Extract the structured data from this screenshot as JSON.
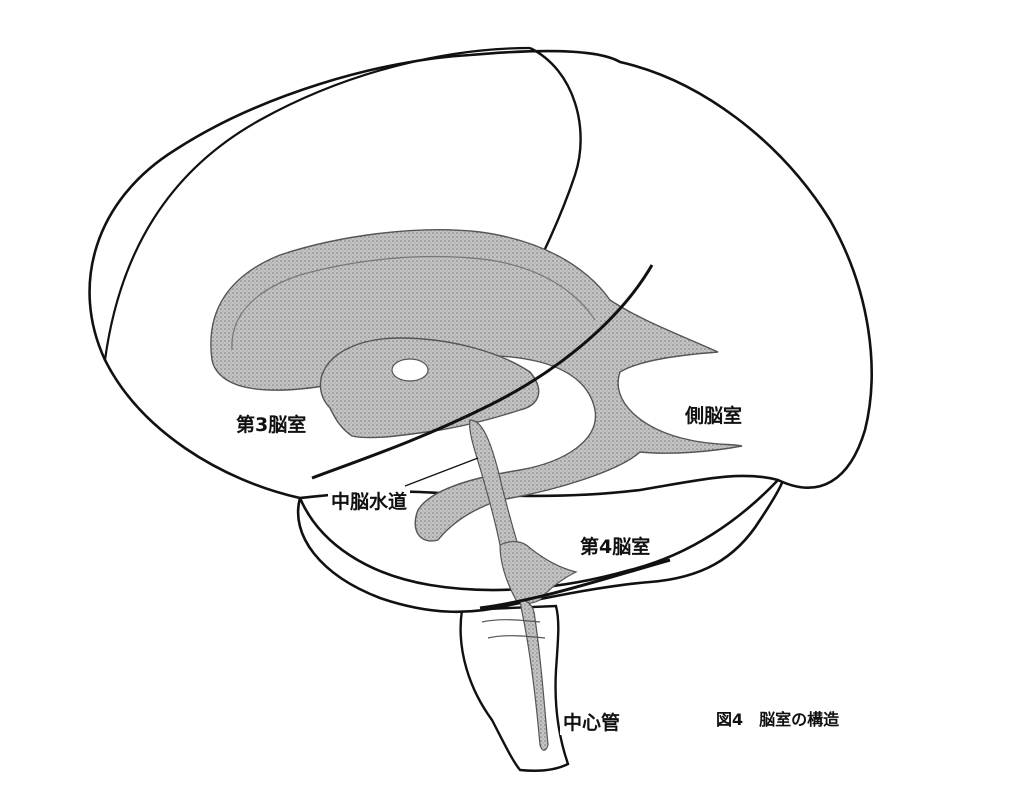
{
  "figure": {
    "caption": "図4　脳室の構造",
    "colors": {
      "outline": "#111111",
      "ventricle_fill": "#b9b9b9",
      "ventricle_stroke": "#555555",
      "background": "#ffffff"
    }
  },
  "labels": {
    "third_ventricle": "第3脳室",
    "lateral_ventricle": "側脳室",
    "cerebral_aqueduct": "中脳水道",
    "fourth_ventricle": "第4脳室",
    "central_canal": "中心管"
  }
}
